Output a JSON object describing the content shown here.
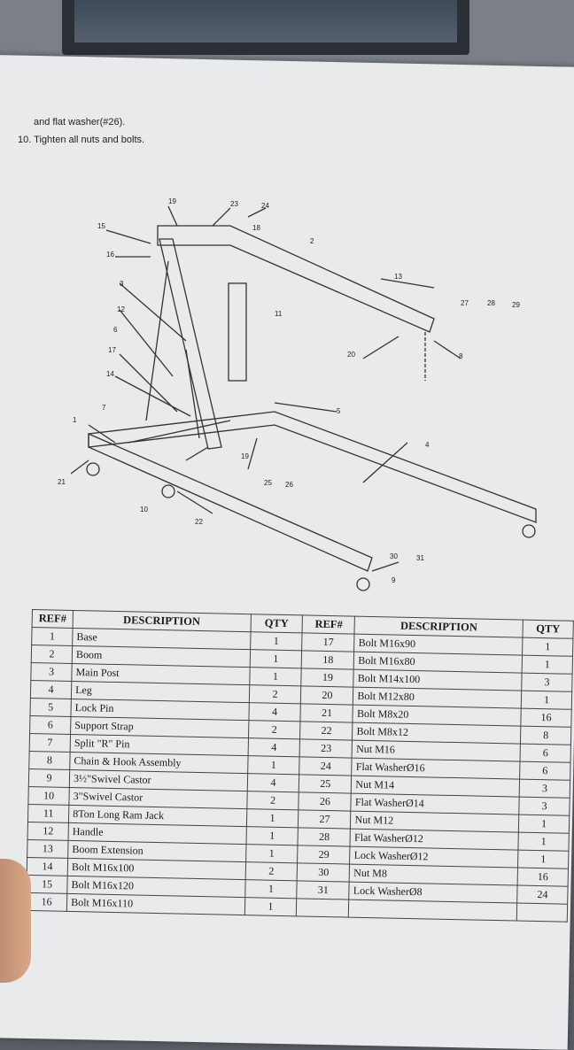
{
  "instructions": {
    "line1": "and flat washer(#26).",
    "line2": "10. Tighten all nuts and bolts."
  },
  "diagram": {
    "callouts": [
      "19",
      "23",
      "24",
      "15",
      "18",
      "16",
      "2",
      "3",
      "13",
      "11",
      "12",
      "27",
      "28",
      "29",
      "6",
      "17",
      "20",
      "8",
      "14",
      "7",
      "5",
      "1",
      "19",
      "4",
      "21",
      "25",
      "26",
      "10",
      "22",
      "30",
      "31",
      "9"
    ]
  },
  "table": {
    "headers": [
      "REF#",
      "DESCRIPTION",
      "QTY",
      "REF#",
      "DESCRIPTION",
      "QTY"
    ],
    "rows": [
      [
        "1",
        "Base",
        "1",
        "17",
        "Bolt M16x90",
        "1"
      ],
      [
        "2",
        "Boom",
        "1",
        "18",
        "Bolt M16x80",
        "1"
      ],
      [
        "3",
        "Main Post",
        "1",
        "19",
        "Bolt M14x100",
        "3"
      ],
      [
        "4",
        "Leg",
        "2",
        "20",
        "Bolt M12x80",
        "1"
      ],
      [
        "5",
        "Lock Pin",
        "4",
        "21",
        "Bolt M8x20",
        "16"
      ],
      [
        "6",
        "Support Strap",
        "2",
        "22",
        "Bolt M8x12",
        "8"
      ],
      [
        "7",
        "Split \"R\" Pin",
        "4",
        "23",
        "Nut M16",
        "6"
      ],
      [
        "8",
        "Chain & Hook Assembly",
        "1",
        "24",
        "Flat WasherØ16",
        "6"
      ],
      [
        "9",
        "3½\"Swivel Castor",
        "4",
        "25",
        "Nut M14",
        "3"
      ],
      [
        "10",
        "3\"Swivel Castor",
        "2",
        "26",
        "Flat WasherØ14",
        "3"
      ],
      [
        "11",
        "8Ton Long Ram Jack",
        "1",
        "27",
        "Nut M12",
        "1"
      ],
      [
        "12",
        "Handle",
        "1",
        "28",
        "Flat WasherØ12",
        "1"
      ],
      [
        "13",
        "Boom Extension",
        "1",
        "29",
        "Lock WasherØ12",
        "1"
      ],
      [
        "14",
        "Bolt M16x100",
        "2",
        "30",
        "Nut M8",
        "16"
      ],
      [
        "15",
        "Bolt M16x120",
        "1",
        "31",
        "Lock WasherØ8",
        "24"
      ],
      [
        "16",
        "Bolt M16x110",
        "1",
        "",
        "",
        ""
      ]
    ]
  }
}
